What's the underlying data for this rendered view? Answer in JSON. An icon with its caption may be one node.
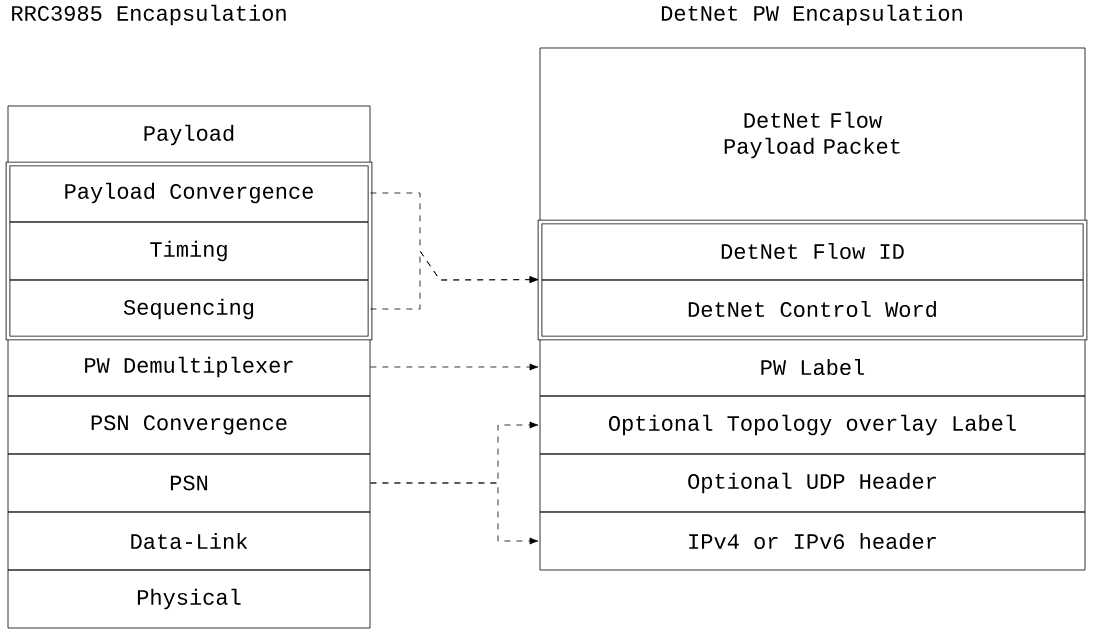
{
  "diagram": {
    "nodes": [
      {
        "text": [
          "Payload"
        ]
      },
      {
        "text": [
          "Payload Convergence"
        ]
      },
      {
        "text": [
          "Timing"
        ]
      },
      {
        "text": [
          "Sequencing"
        ]
      },
      {
        "text": [
          "PW Demultiplexer"
        ]
      },
      {
        "text": [
          "PSN Convergence"
        ]
      },
      {
        "text": [
          "PSN"
        ]
      },
      {
        "text": [
          "Data-Link"
        ]
      },
      {
        "text": [
          "Physical"
        ]
      },
      {
        "text": [
          "DetNet Flow Payload Packet"
        ]
      },
      {
        "text": [
          "DetNet Flow ID"
        ]
      },
      {
        "text": [
          "DetNet Control Word"
        ]
      },
      {
        "text": [
          "PW Label"
        ]
      },
      {
        "text": [
          "Optional Topology overlay Label"
        ]
      },
      {
        "text": [
          "Optional UDP Header"
        ]
      },
      {
        "text": [
          "IPv4 or IPv6 header"
        ]
      }
    ],
    "edges": [
      {
        "from": 1,
        "to": 11,
        "arrow": "to"
      },
      {
        "from": 3,
        "to": 11,
        "arrow": "to"
      },
      {
        "from": 4,
        "to": 12,
        "arrow": "to"
      },
      {
        "from": 6,
        "to": 13,
        "arrow": "to"
      },
      {
        "from": 6,
        "to": 15,
        "arrow": "to"
      }
    ],
    "labels": [
      "RRC3985 Encapsulation",
      "DetNet PW Encapsulation"
    ]
  }
}
